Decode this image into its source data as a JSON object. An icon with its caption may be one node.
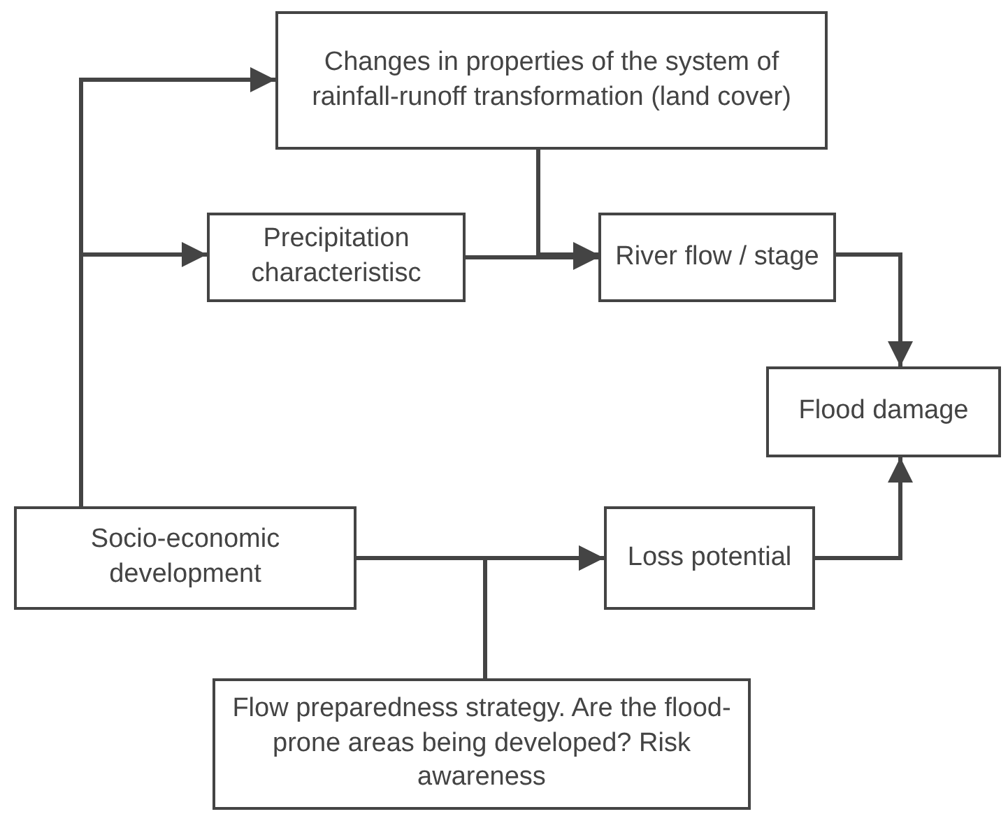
{
  "diagram": {
    "nodes": [
      {
        "text": [
          "Changes in properties of the system of rainfall-runoff transformation (land cover)"
        ]
      },
      {
        "text": [
          "Precipitation characteristisc"
        ]
      },
      {
        "text": [
          "River flow / stage"
        ]
      },
      {
        "text": [
          "Flood damage"
        ]
      },
      {
        "text": [
          "Socio-economic development"
        ]
      },
      {
        "text": [
          "Loss potential"
        ]
      },
      {
        "text": [
          "Flow preparedness strategy. Are the flood-prone areas being developed? Risk awareness"
        ]
      }
    ],
    "edges": [
      {
        "from": 4,
        "to": 0,
        "arrow": "to"
      },
      {
        "from": 4,
        "to": 1,
        "arrow": "to"
      },
      {
        "from": 1,
        "to": 2,
        "arrow": "to"
      },
      {
        "from": 0,
        "to": 2,
        "arrow": "to"
      },
      {
        "from": 2,
        "to": 3,
        "arrow": "to"
      },
      {
        "from": 4,
        "to": 5,
        "arrow": "to"
      },
      {
        "from": 6,
        "to": 5,
        "arrow": "to"
      },
      {
        "from": 5,
        "to": 3,
        "arrow": "to"
      }
    ]
  }
}
